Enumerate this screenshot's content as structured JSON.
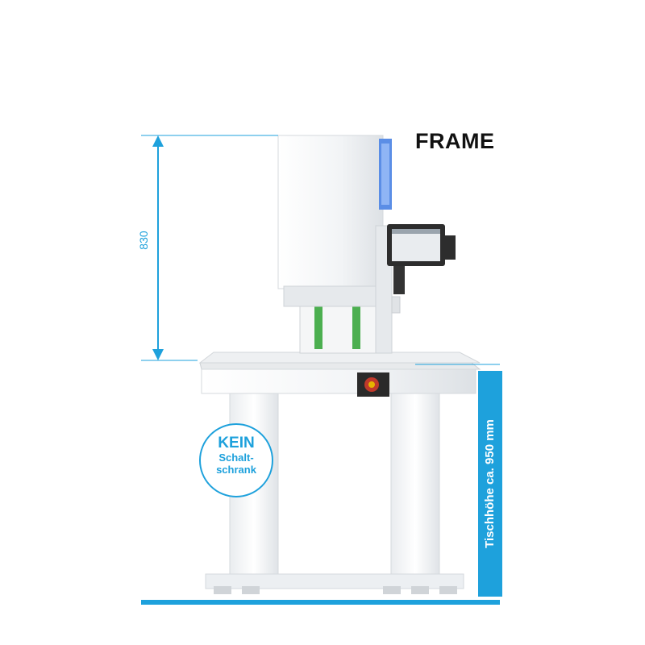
{
  "title": "FRAME",
  "dimensions": {
    "press_height": "830",
    "table_height": "Tischhöhe ca. 950 mm"
  },
  "badge": {
    "line1": "KEIN",
    "line2": "Schalt-",
    "line3": "schrank"
  },
  "colors": {
    "accent": "#1ea1dc",
    "frame": "#eef0f2",
    "guide": "#4caf50",
    "emergency": "#c0392b"
  }
}
